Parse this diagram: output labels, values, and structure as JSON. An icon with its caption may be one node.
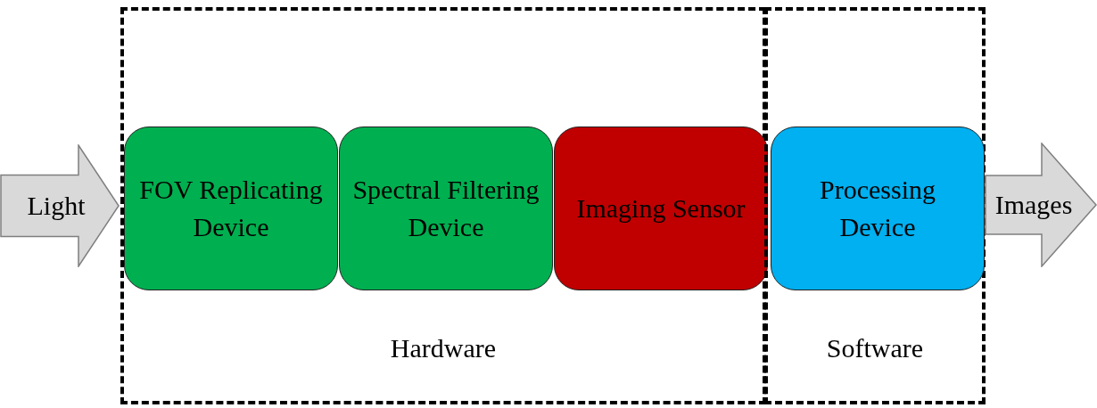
{
  "diagram": {
    "nodes": [
      {
        "text": [
          "Light"
        ]
      },
      {
        "text": [
          "Hardware"
        ]
      },
      {
        "text": [
          "FOV Replicating Device"
        ],
        "in": 1
      },
      {
        "text": [
          "Spectral Filtering Device"
        ],
        "in": 1
      },
      {
        "text": [
          "Imaging Sensor"
        ],
        "in": 1
      },
      {
        "text": [
          "Software"
        ]
      },
      {
        "text": [
          "Processing Device"
        ],
        "in": 5
      },
      {
        "text": [
          "Images"
        ]
      }
    ]
  }
}
